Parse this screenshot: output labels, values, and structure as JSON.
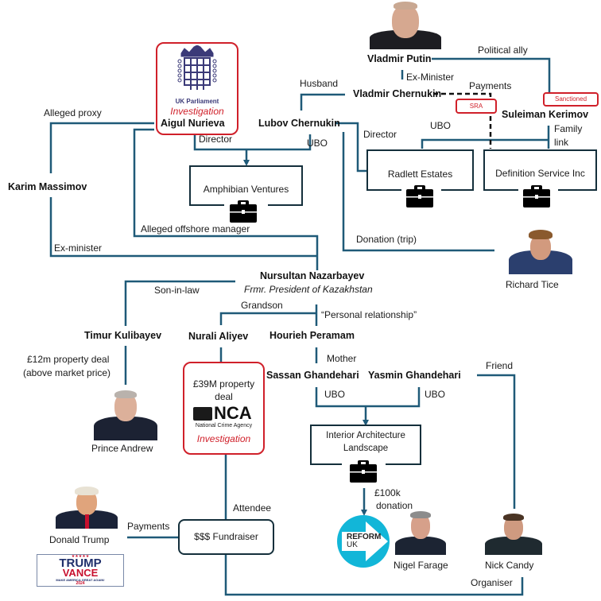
{
  "diagram": {
    "type": "relationship-network",
    "line_color": "#1f5a78",
    "alert_color": "#d0202a",
    "box_border_color": "#142f3b",
    "people": {
      "putin": "Vladmir Putin",
      "vchernukin": "Vladmir Chernukin",
      "kerimov": "Suleiman Kerimov",
      "lchernukin": "Lubov Chernukin",
      "nurieva": "Aigul Nurieva",
      "massimov": "Karim Massimov",
      "nazarbayev": "Nursultan Nazarbayev",
      "nazarbayev_title": "Frmr. President of Kazakhstan",
      "kulibayev": "Timur Kulibayev",
      "aliyev": "Nurali Aliyev",
      "peramam": "Hourieh Peramam",
      "sassan": "Sassan Ghandehari",
      "yasmin": "Yasmin Ghandehari",
      "tice": "Richard Tice",
      "andrew": "Prince Andrew",
      "trump": "Donald Trump",
      "farage": "Nigel Farage",
      "candy": "Nick Candy"
    },
    "companies": {
      "amphibian": "Amphibian Ventures",
      "radlett": "Radlett Estates",
      "definition": "Definition Service Inc",
      "interior_line1": "Interior Architecture",
      "interior_line2": "Landscape",
      "fundraiser": "$$$ Fundraiser"
    },
    "edge_labels": {
      "political_ally": "Political ally",
      "ex_minister_putin": "Ex-Minister",
      "husband": "Husband",
      "payments_top": "Payments",
      "alleged_proxy": "Alleged proxy",
      "director_nurieva": "Director",
      "ubo_lubov": "UBO",
      "director_lubov": "Director",
      "ubo_kerimov": "UBO",
      "family_link_1": "Family",
      "family_link_2": "link",
      "alleged_offshore": "Alleged offshore manager",
      "ex_minister_massimov": "Ex-minister",
      "donation_trip": "Donation (trip)",
      "son_in_law": "Son-in-law",
      "grandson": "Grandson",
      "personal_rel": "“Personal relationship”",
      "mother": "Mother",
      "friend": "Friend",
      "property_12m_1": "£12m property deal",
      "property_12m_2": "(above market price)",
      "ubo_sassan": "UBO",
      "ubo_yasmin": "UBO",
      "donation_100k_1": "£100k",
      "donation_100k_2": "donation",
      "attendee": "Attendee",
      "payments_trump": "Payments",
      "organiser": "Organiser"
    },
    "badges": {
      "sra": "SRA",
      "sanctioned": "Sanctioned",
      "uk_parliament": "UK Parliament",
      "investigation_parliament": "Investigation",
      "property_39m_1": "£39M property",
      "property_39m_2": "deal",
      "nca": "NCA",
      "nca_full": "National Crime Agency",
      "investigation_nca": "Investigation"
    },
    "logos": {
      "reform_1": "REFORM",
      "reform_2": "UK",
      "trump_vance_1": "TRUMP",
      "trump_vance_2": "VANCE",
      "trump_vance_slogan": "MAKE AMERICA GREAT AGAIN!",
      "trump_vance_year": "2024",
      "trump_vance_stars": "★★★★★"
    }
  }
}
